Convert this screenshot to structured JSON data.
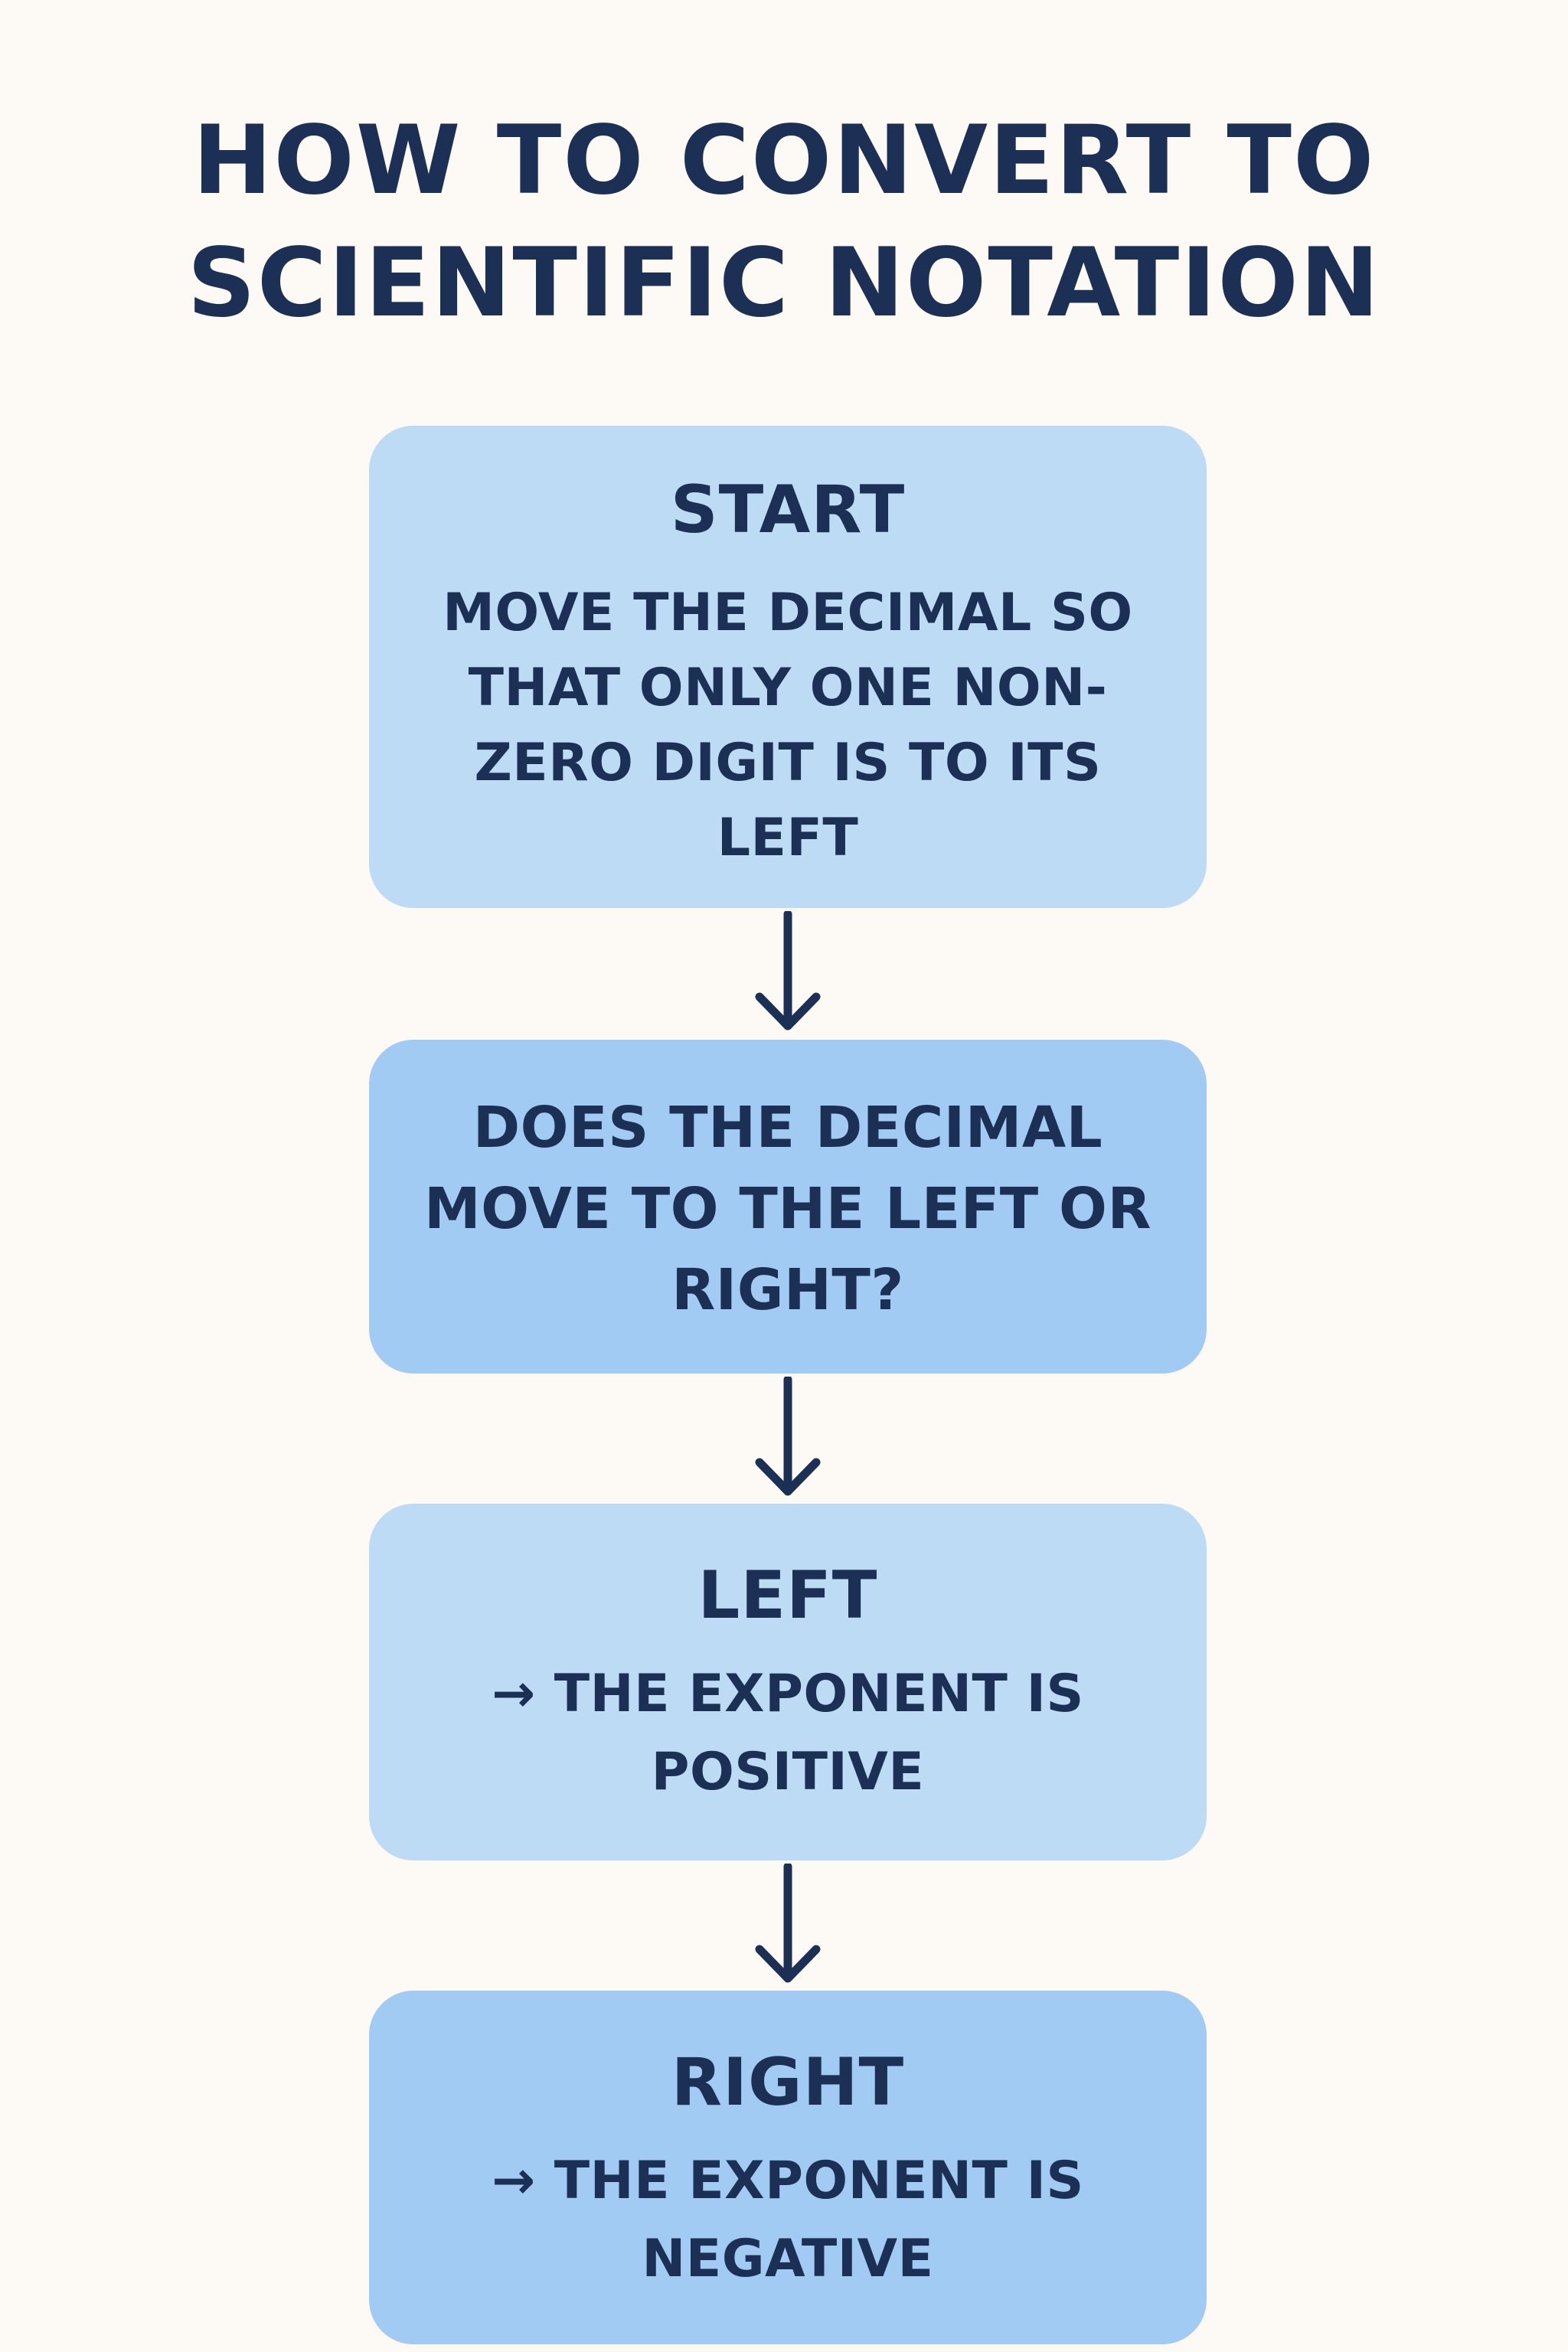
{
  "title": {
    "line1": "HOW TO CONVERT TO",
    "line2": "SCIENTIFIC NOTATION"
  },
  "steps": [
    {
      "heading": "START",
      "text": "MOVE THE DECIMAL SO THAT ONLY ONE NON-ZERO DIGIT IS TO ITS LEFT"
    },
    {
      "text": "DOES THE DECIMAL MOVE TO THE LEFT OR RIGHT?"
    },
    {
      "heading": "LEFT",
      "text": "→ THE EXPONENT IS POSITIVE"
    },
    {
      "heading": "RIGHT",
      "text": "→ THE EXPONENT IS NEGATIVE"
    }
  ],
  "colors": {
    "background": "#fdf9f5",
    "text": "#1c2f55",
    "box_light": "#bddbf5",
    "box_mid": "#a2cbf3",
    "arrow": "#1c2f55"
  },
  "icons": {
    "connector": "arrow-down-icon"
  }
}
